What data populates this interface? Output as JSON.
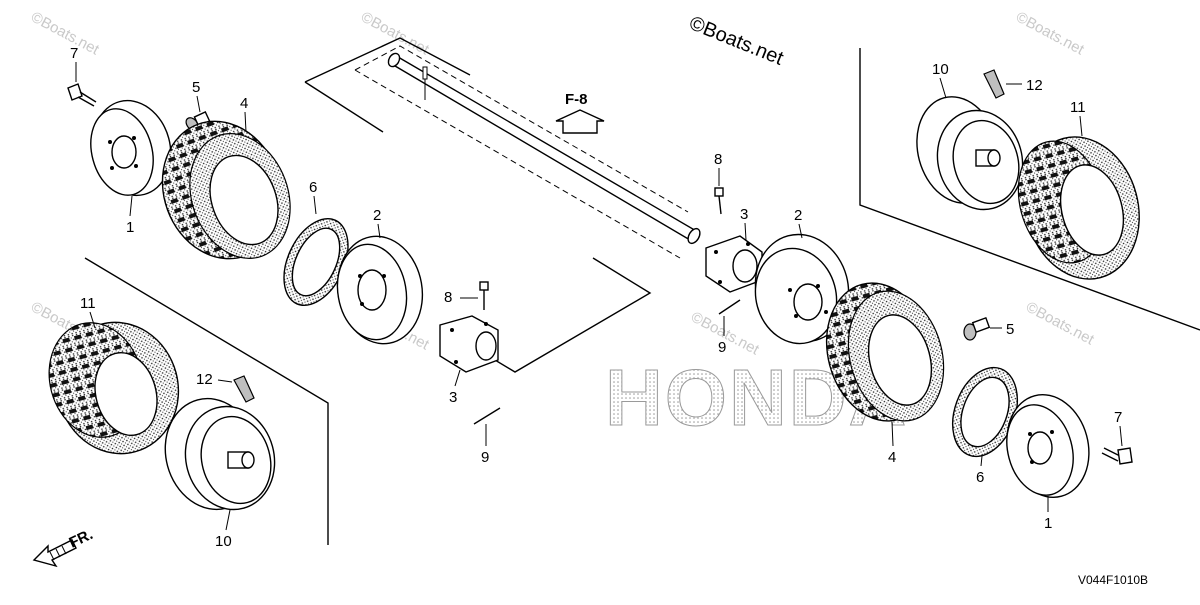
{
  "diagram": {
    "copyright": "©Boats.net",
    "watermark": "©Boats.net",
    "ref_section": "F-8",
    "front_label": "FR.",
    "brand_logo": "HONDA",
    "drawing_code": "V044F1010B",
    "callouts": {
      "c1": "1",
      "c2": "2",
      "c3": "3",
      "c4": "4",
      "c5": "5",
      "c6": "6",
      "c7": "7",
      "c8": "8",
      "c9": "9",
      "c10": "10",
      "c11": "11",
      "c12": "12"
    }
  }
}
